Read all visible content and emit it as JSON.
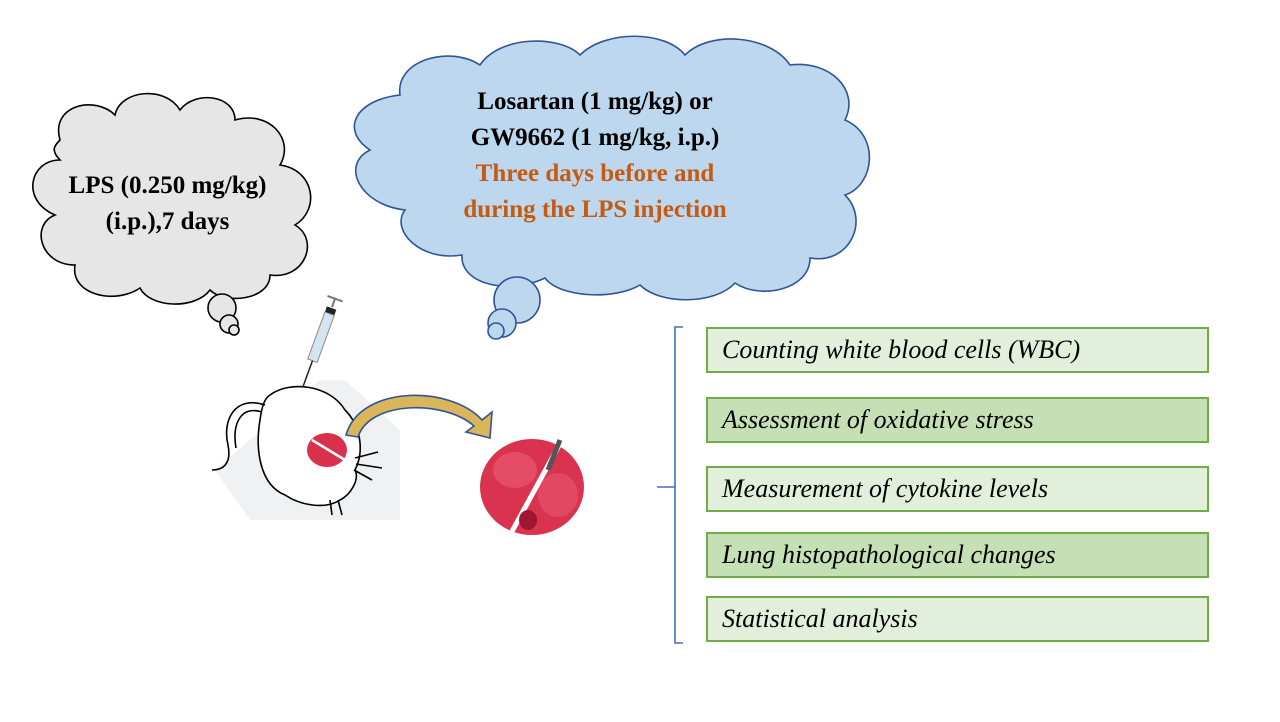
{
  "lps_cloud": {
    "line1": "LPS (0.250 mg/kg)",
    "line2": "(i.p.),7 days"
  },
  "treatment_cloud": {
    "line1": "Losartan (1 mg/kg) or",
    "line2": "GW9662 (1 mg/kg, i.p.)",
    "line3": "Three days before and",
    "line4": "during the LPS injection"
  },
  "colors": {
    "lps_cloud_fill": "#e6e6e6",
    "treatment_cloud_fill": "#bdd7ee",
    "treatment_cloud_stroke": "#2f5597",
    "accent_text": "#c55a11",
    "box_border": "#70ad47",
    "box_fill_light": "#e2efda",
    "box_fill_dark": "#c5e0b4",
    "bracket": "#4472c4",
    "arrow_fill": "#d9b65a"
  },
  "outcomes": [
    {
      "label": "Counting white blood cells (WBC)",
      "shade": "light"
    },
    {
      "label": "Assessment of oxidative stress",
      "shade": "dark"
    },
    {
      "label": "Measurement of cytokine levels",
      "shade": "light"
    },
    {
      "label": "Lung histopathological changes",
      "shade": "dark"
    },
    {
      "label": "Statistical analysis",
      "shade": "light"
    }
  ]
}
